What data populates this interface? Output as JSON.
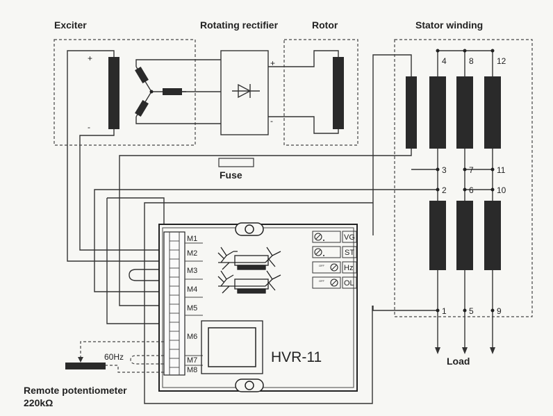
{
  "sections": {
    "exciter": "Exciter",
    "rotating_rectifier": "Rotating rectifier",
    "rotor": "Rotor",
    "stator_winding": "Stator winding"
  },
  "polarity": {
    "plus": "+",
    "minus": "-"
  },
  "fuse_label": "Fuse",
  "load_label": "Load",
  "stator_terminals": {
    "top": [
      "4",
      "8",
      "12"
    ],
    "mid_upper": [
      "3",
      "7",
      "11"
    ],
    "mid_lower": [
      "2",
      "6",
      "10"
    ],
    "bottom": [
      "1",
      "5",
      "9"
    ]
  },
  "regulator": {
    "model": "HVR-11",
    "terminals": [
      "M1",
      "M2",
      "M3",
      "M4",
      "M5",
      "M6",
      "M7",
      "M8"
    ],
    "adjusters": [
      "VG",
      "ST",
      "Hz",
      "OL"
    ],
    "switch_text": "OFF"
  },
  "frequency_jumper": "60Hz",
  "remote_potentiometer": {
    "line1": "Remote potentiometer",
    "line2": "220kΩ"
  }
}
